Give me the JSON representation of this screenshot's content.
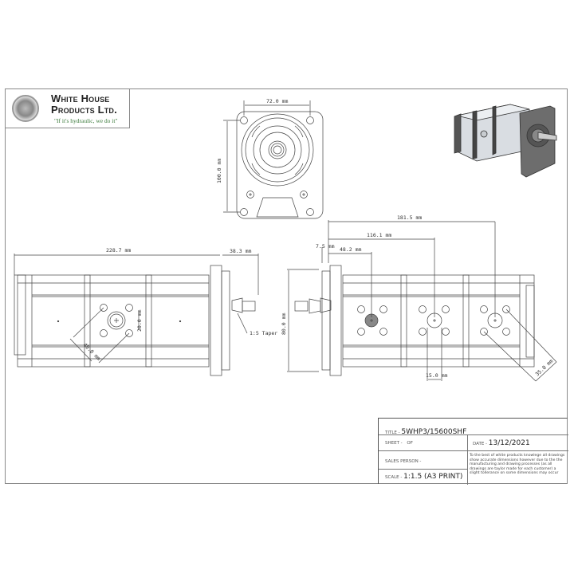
{
  "company": {
    "name_line1": "White House",
    "name_line2": "Products Ltd.",
    "tagline": "\"If it's hydraulic, we do it\"",
    "seal_icon": "company-seal-icon"
  },
  "front_view": {
    "width_dim": "72.0 mm",
    "height_dim": "100.0 mm"
  },
  "left_side_view": {
    "overall_length": "228.7 mm",
    "shaft_length": "38.3 mm",
    "port_spacing_diag": "40.0 mm",
    "port_spacing_vert": "20.0 mm",
    "taper_note": "1:5 Taper"
  },
  "right_side_view": {
    "dim_181": "181.5 mm",
    "dim_116": "116.1 mm",
    "dim_48": "48.2 mm",
    "dim_7_5": "7.5 mm",
    "height": "80.0 mm",
    "port_spacing": "15.0 mm",
    "port_diag": "35.0 mm"
  },
  "title_block": {
    "title_label": "Title -",
    "title_value": "5WHP3/15600SHF",
    "sheet_label": "Sheet -",
    "sheet_of": "OF",
    "date_label": "Date -",
    "date_value": "13/12/2021",
    "sales_label": "Sales Person -",
    "scale_label": "Scale -",
    "scale_value": "1:1.5 (A3 PRINT)",
    "disclaimer": "To the best of white products knowlege all drawings show accurate dimensions however due to the the manufacturing and drawing processes (as all drawings are taylor made for each customer) a slight tollerance on some dimensions may occur"
  }
}
